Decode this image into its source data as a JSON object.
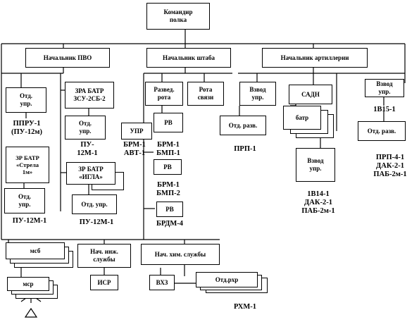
{
  "boxes": {
    "commander": "Командир\nполка",
    "air_defense_chief": "Начальник ПВО",
    "chief_of_staff": "Начальник штаба",
    "artillery_chief": "Начальник артиллерии",
    "control_dept_1": "Отд.\nупр.",
    "zra_battery": "ЗРА БАТР\nЗСУ-2СБ-2",
    "recon_company": "Развед.\nрота",
    "signal_company": "Рота\nсвязи",
    "control_platoon": "Взвод\nупр.",
    "sadn": "САДН",
    "platoon_ctrl_right": "Взвод\nупр.",
    "control_dept_2": "Отд.\nупр.",
    "upr": "УПР",
    "rv_1": "РВ",
    "recon_dept_1": "Отд. разв.",
    "battery": "батр",
    "recon_dept_2": "Отд. разв.",
    "zr_batt_strela": "ЗР БАТР\n«Стрела\n1м»",
    "zr_batt_igla": "ЗР БАТР\n«ИГЛА»",
    "rv_2": "РВ",
    "platoon_ctrl_batt": "Взвод\nупр.",
    "control_dept_3": "Отд.\nупр.",
    "control_dept_4": "Отд. упр.",
    "rv_3": "РВ",
    "msb": "мсб",
    "eng_chief": "Нач. инж.\nслужбы",
    "chem_chief": "Нач. хим. службы",
    "msr": "мср",
    "isr": "ИСР",
    "vhz": "ВХЗ",
    "dept_rhr": "Отд.рхр"
  },
  "labels": {
    "ppru": "ППРУ-1\n(ПУ-12м)",
    "pu12m_1": "ПУ-\n12М-1",
    "pu12m_2": "ПУ-12М-1",
    "pu12m_3": "ПУ-12М-1",
    "brm_avt": "БРМ-1\nАВТ-1",
    "brm_bmp_1": "БРМ-1\nБМП-1",
    "brm_bmp_2": "БРМ-1\nБМП-2",
    "brdm": "БРДМ-4",
    "prp1": "ПРП-1",
    "v15": "1В15-1",
    "prp4": "ПРП-4-1\nДАК-2-1\nПАБ-2м-1",
    "v14": "1В14-1\nДАК-2-1\nПАБ-2м-1",
    "rhm": "РХМ-1"
  }
}
